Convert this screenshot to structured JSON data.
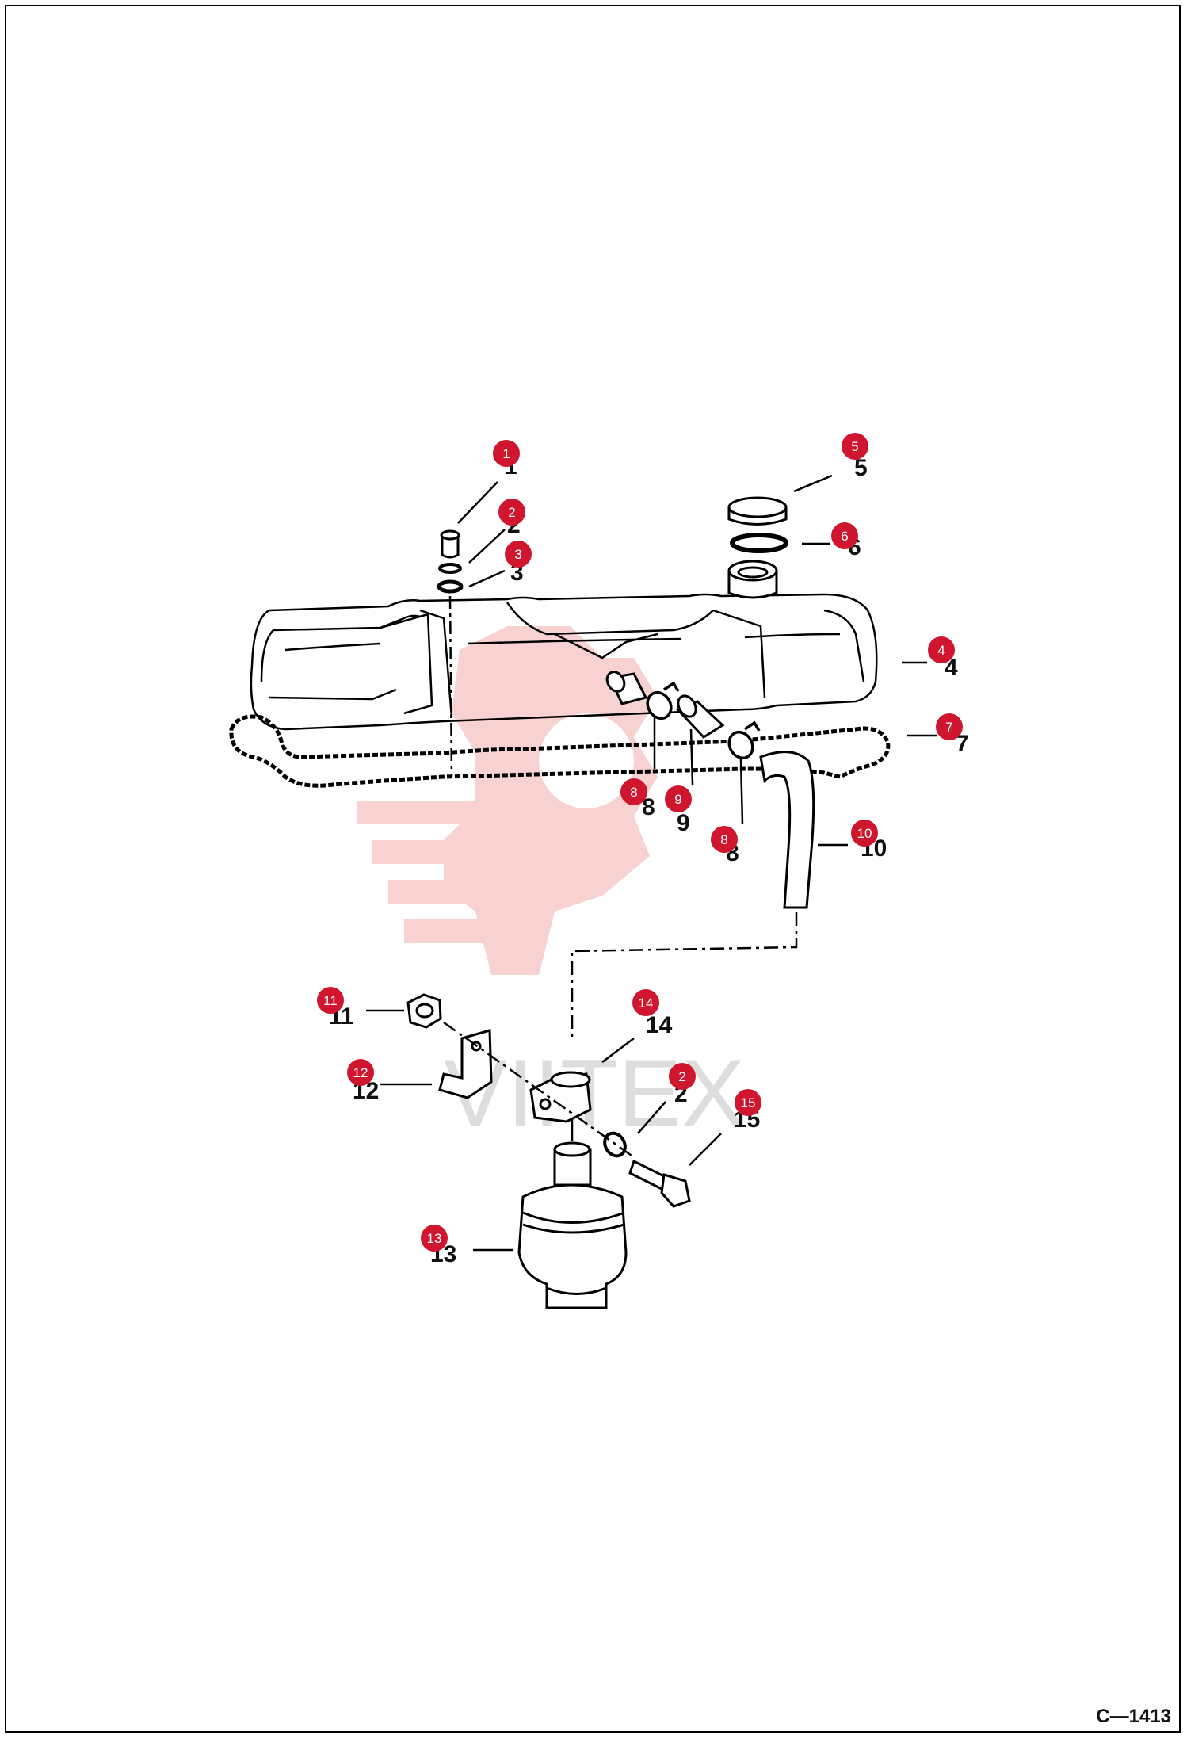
{
  "drawing": {
    "id": "C—1413",
    "watermark": "VIITEX",
    "accent_color": "#d0152f",
    "watermark_color": "#f7c9c9"
  },
  "callouts": [
    {
      "label": "1",
      "marker": "1"
    },
    {
      "label": "2",
      "marker": "2"
    },
    {
      "label": "3",
      "marker": "3"
    },
    {
      "label": "4",
      "marker": "4"
    },
    {
      "label": "5",
      "marker": "5"
    },
    {
      "label": "6",
      "marker": "6"
    },
    {
      "label": "7",
      "marker": "7"
    },
    {
      "label": "8",
      "marker": "8"
    },
    {
      "label": "9",
      "marker": "9"
    },
    {
      "label": "8",
      "marker": "8"
    },
    {
      "label": "10",
      "marker": "10"
    },
    {
      "label": "11",
      "marker": "11"
    },
    {
      "label": "12",
      "marker": "12"
    },
    {
      "label": "14",
      "marker": "14"
    },
    {
      "label": "2",
      "marker": "2"
    },
    {
      "label": "15",
      "marker": "15"
    },
    {
      "label": "13",
      "marker": "13"
    }
  ]
}
